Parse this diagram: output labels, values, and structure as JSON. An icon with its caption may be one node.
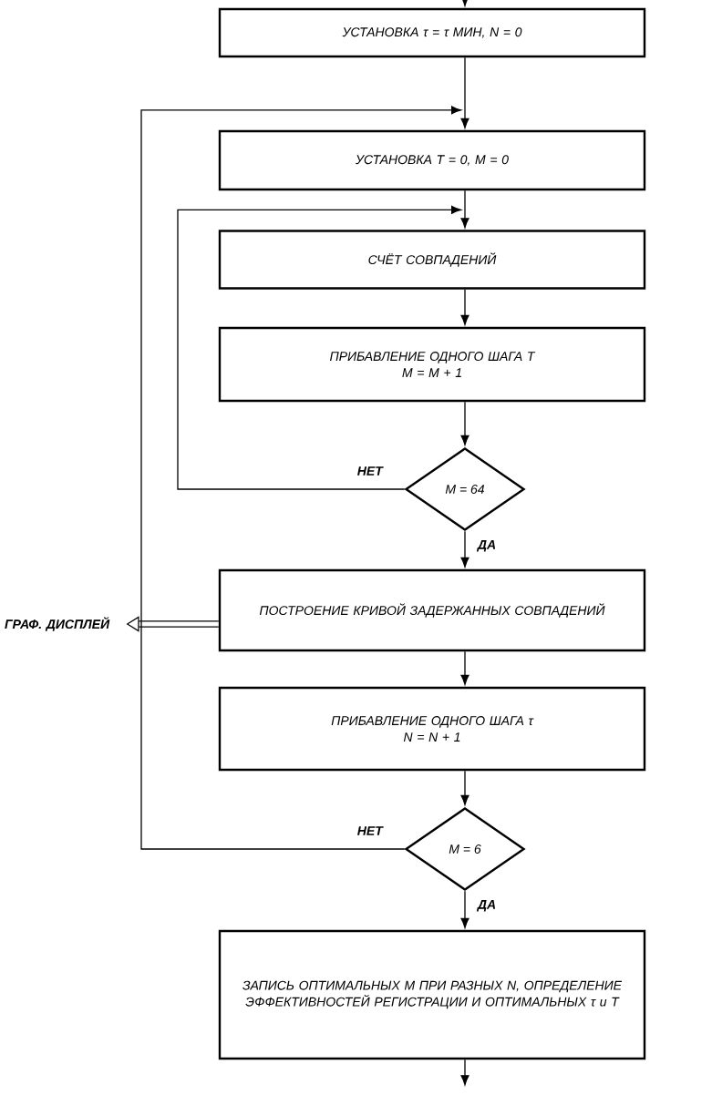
{
  "diagram": {
    "nodes": [
      {
        "text": [
          "УСТАНОВКА τ = τ МИН, N = 0"
        ]
      },
      {
        "text": [
          "УСТАНОВКА T = 0, M = 0"
        ]
      },
      {
        "text": [
          "СЧЁТ СОВПАДЕНИЙ"
        ]
      },
      {
        "text": [
          "ПРИБАВЛЕНИЕ ОДНОГО ШАГА T",
          "M = M + 1"
        ]
      },
      {
        "text": [
          "M = 64"
        ]
      },
      {
        "text": [
          "ПОСТРОЕНИЕ КРИВОЙ ЗАДЕРЖАННЫХ СОВПАДЕНИЙ"
        ]
      },
      {
        "text": [
          "ГРАФ. ДИСПЛЕЙ"
        ]
      },
      {
        "text": [
          "ПРИБАВЛЕНИЕ ОДНОГО ШАГА τ",
          "N = N + 1"
        ]
      },
      {
        "text": [
          "M = 6"
        ]
      },
      {
        "text": [
          "ЗАПИСЬ ОПТИМАЛЬНЫХ M ПРИ РАЗНЫХ N, ОПРЕДЕЛЕНИЕ ЭФФЕКТИВНОСТЕЙ РЕГИСТРАЦИИ И ОПТИМАЛЬНЫХ τ и T"
        ]
      }
    ],
    "edges": [
      {
        "from": null,
        "to": 0,
        "arrow": "to"
      },
      {
        "from": 0,
        "to": 1,
        "arrow": "to"
      },
      {
        "from": 1,
        "to": 2,
        "arrow": "to"
      },
      {
        "from": 2,
        "to": 3,
        "arrow": "to"
      },
      {
        "from": 3,
        "to": 4,
        "arrow": "to"
      },
      {
        "from": 4,
        "to": 2,
        "arrow": "to",
        "label": "НЕТ"
      },
      {
        "from": 4,
        "to": 5,
        "arrow": "to",
        "label": "ДА"
      },
      {
        "from": 5,
        "to": 6,
        "arrow": "to",
        "style": "thick"
      },
      {
        "from": 5,
        "to": 7,
        "arrow": "to"
      },
      {
        "from": 7,
        "to": 8,
        "arrow": "to"
      },
      {
        "from": 8,
        "to": 1,
        "arrow": "to",
        "label": "НЕТ"
      },
      {
        "from": 8,
        "to": 9,
        "arrow": "to",
        "label": "ДА"
      },
      {
        "from": 9,
        "to": null,
        "arrow": "to"
      }
    ]
  }
}
